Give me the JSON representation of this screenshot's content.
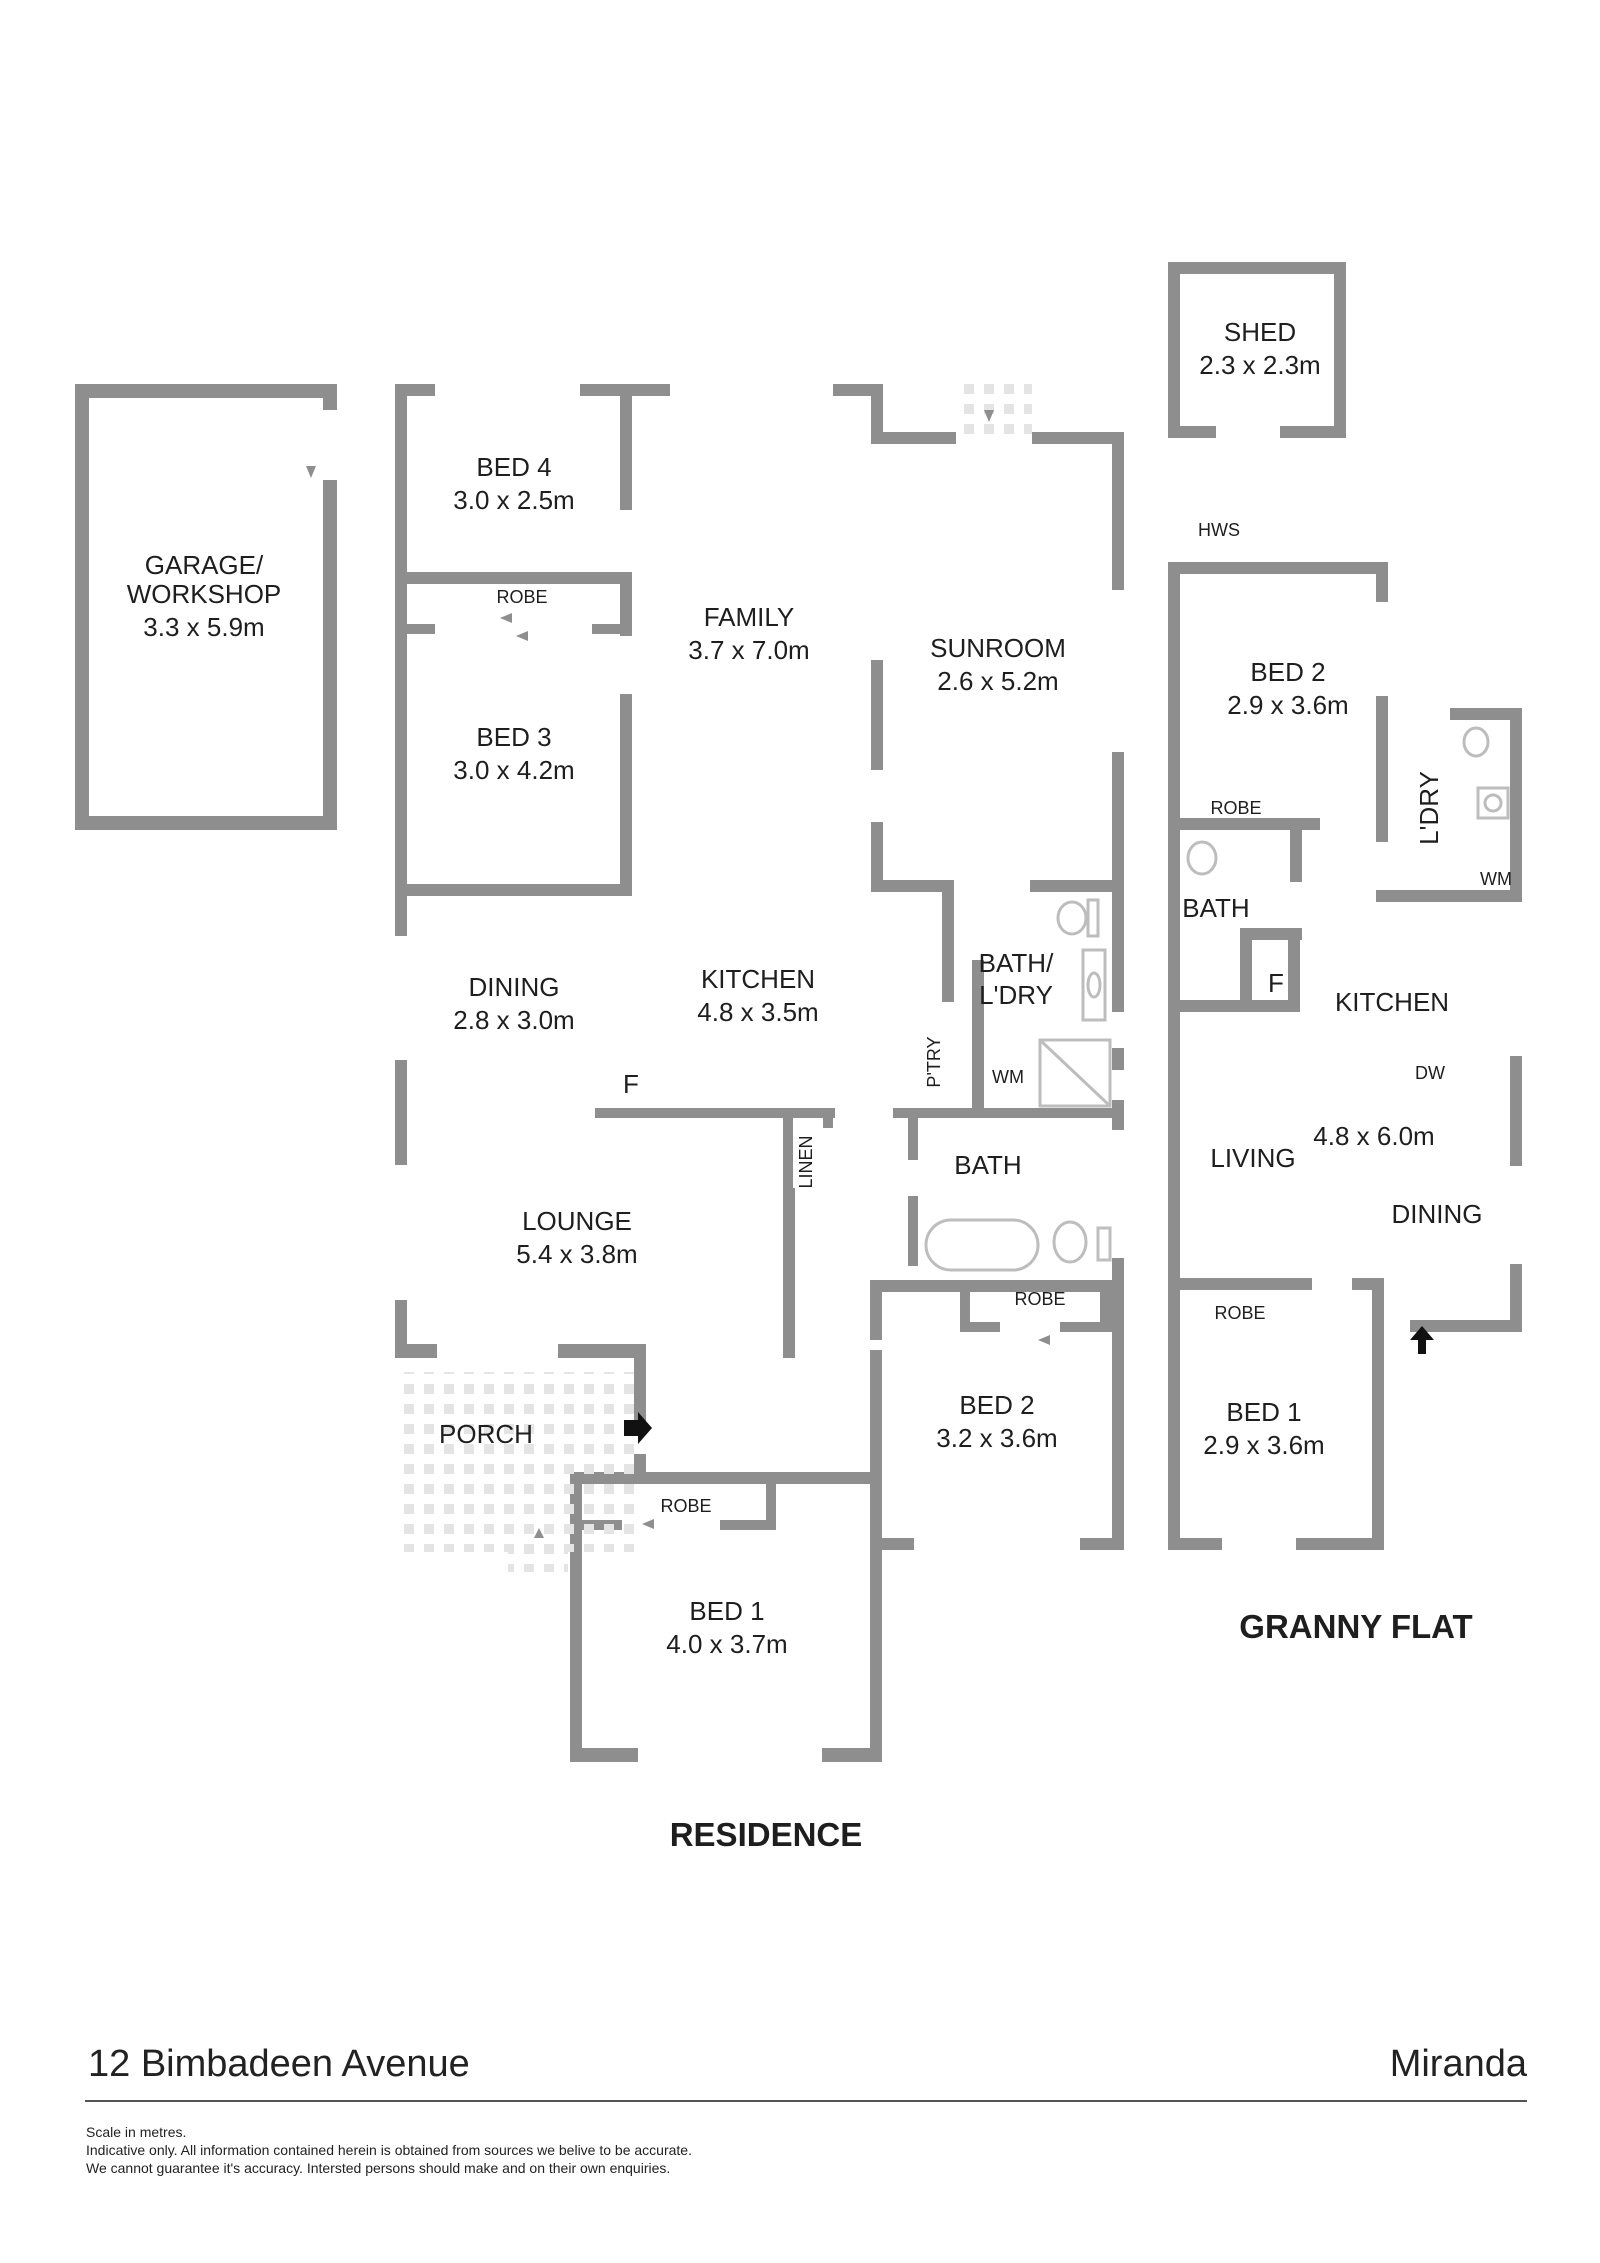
{
  "residence": {
    "title": "RESIDENCE",
    "rooms": {
      "garage": {
        "name1": "GARAGE/",
        "name2": "WORKSHOP",
        "dims": "3.3 x 5.9m"
      },
      "bed4": {
        "name": "BED 4",
        "dims": "3.0 x 2.5m"
      },
      "robe_bed4": "ROBE",
      "bed3": {
        "name": "BED 3",
        "dims": "3.0 x 4.2m"
      },
      "family": {
        "name": "FAMILY",
        "dims": "3.7 x 7.0m"
      },
      "sunroom": {
        "name": "SUNROOM",
        "dims": "2.6 x 5.2m"
      },
      "dining": {
        "name": "DINING",
        "dims": "2.8 x 3.0m"
      },
      "kitchen": {
        "name": "KITCHEN",
        "dims": "4.8 x 3.5m"
      },
      "fridge": "F",
      "bath_ldry": {
        "name1": "BATH/",
        "name2": "L'DRY",
        "wm": "WM"
      },
      "pantry": "P'TRY",
      "linen": "LINEN",
      "lounge": {
        "name": "LOUNGE",
        "dims": "5.4 x 3.8m"
      },
      "bath": {
        "name": "BATH"
      },
      "robe_bed2": "ROBE",
      "bed2": {
        "name": "BED 2",
        "dims": "3.2 x 3.6m"
      },
      "porch": {
        "name": "PORCH"
      },
      "robe_bed1": "ROBE",
      "bed1": {
        "name": "BED 1",
        "dims": "4.0 x 3.7m"
      }
    }
  },
  "shed": {
    "name": "SHED",
    "dims": "2.3 x 2.3m"
  },
  "hws": "HWS",
  "granny_flat": {
    "title": "GRANNY FLAT",
    "rooms": {
      "bed2": {
        "name": "BED 2",
        "dims": "2.9 x 3.6m"
      },
      "robe_bed2": "ROBE",
      "ldry": {
        "name": "L'DRY",
        "wm": "WM"
      },
      "bath": {
        "name": "BATH"
      },
      "fridge": "F",
      "kitchen": {
        "name": "KITCHEN",
        "dw": "DW"
      },
      "living": {
        "name": "LIVING",
        "dims": "4.8 x 6.0m"
      },
      "dining": {
        "name": "DINING"
      },
      "robe_bed1": "ROBE",
      "bed1": {
        "name": "BED 1",
        "dims": "2.9 x 3.6m"
      }
    }
  },
  "footer": {
    "address": "12 Bimbadeen Avenue",
    "suburb": "Miranda",
    "notes": [
      "Scale in metres.",
      "Indicative only. All information contained herein is obtained from sources we belive to be accurate.",
      "We cannot guarantee it's accuracy. Intersted persons should make and on their own enquiries."
    ]
  }
}
